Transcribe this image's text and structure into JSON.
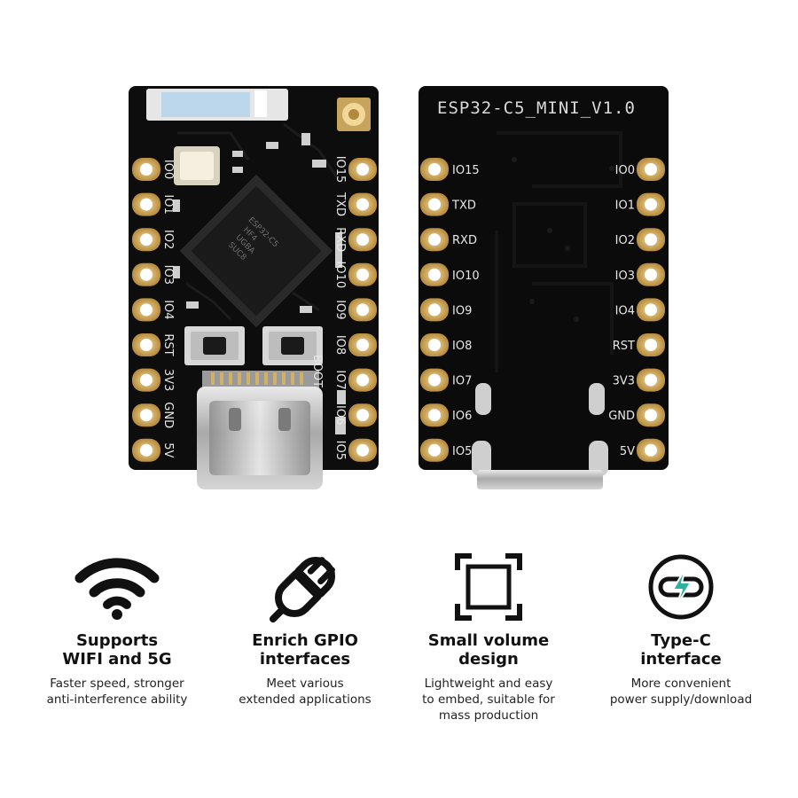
{
  "front_board": {
    "left_pins": [
      "IO0",
      "IO1",
      "IO2",
      "IO3",
      "IO4",
      "RST",
      "3V3",
      "GND",
      "5V"
    ],
    "right_pins": [
      "IO15",
      "TXD",
      "RXD",
      "IO10",
      "IO9",
      "IO8",
      "IO7",
      "IO6",
      "IO5"
    ],
    "chip_marking": [
      "ESP32-C5",
      "HF4",
      "UGBA",
      "SUC8"
    ],
    "boot_label": "BOOT"
  },
  "back_board": {
    "title": "ESP32-C5_MINI_V1.0",
    "left_pins": [
      "IO15",
      "TXD",
      "RXD",
      "IO10",
      "IO9",
      "IO8",
      "IO7",
      "IO6",
      "IO5"
    ],
    "right_pins": [
      "IO0",
      "IO1",
      "IO2",
      "IO3",
      "IO4",
      "RST",
      "3V3",
      "GND",
      "5V"
    ]
  },
  "features": [
    {
      "icon": "wifi-icon",
      "title": [
        "Supports",
        "WIFI and 5G"
      ],
      "desc": [
        "Faster speed, stronger",
        "anti-interference ability"
      ]
    },
    {
      "icon": "plug-icon",
      "title": [
        "Enrich GPIO",
        "interfaces"
      ],
      "desc": [
        "Meet various",
        "extended applications"
      ]
    },
    {
      "icon": "frame-icon",
      "title": [
        "Small volume",
        "design"
      ],
      "desc": [
        "Lightweight and easy",
        "to embed, suitable for",
        "mass production"
      ]
    },
    {
      "icon": "type-c-icon",
      "title": [
        "Type-C",
        "interface"
      ],
      "desc": [
        "More convenient",
        "power supply/download"
      ]
    }
  ],
  "colors": {
    "pcb": "#0d0d0d",
    "gold": "#d8b46a",
    "accent": "#2bb3a0"
  }
}
